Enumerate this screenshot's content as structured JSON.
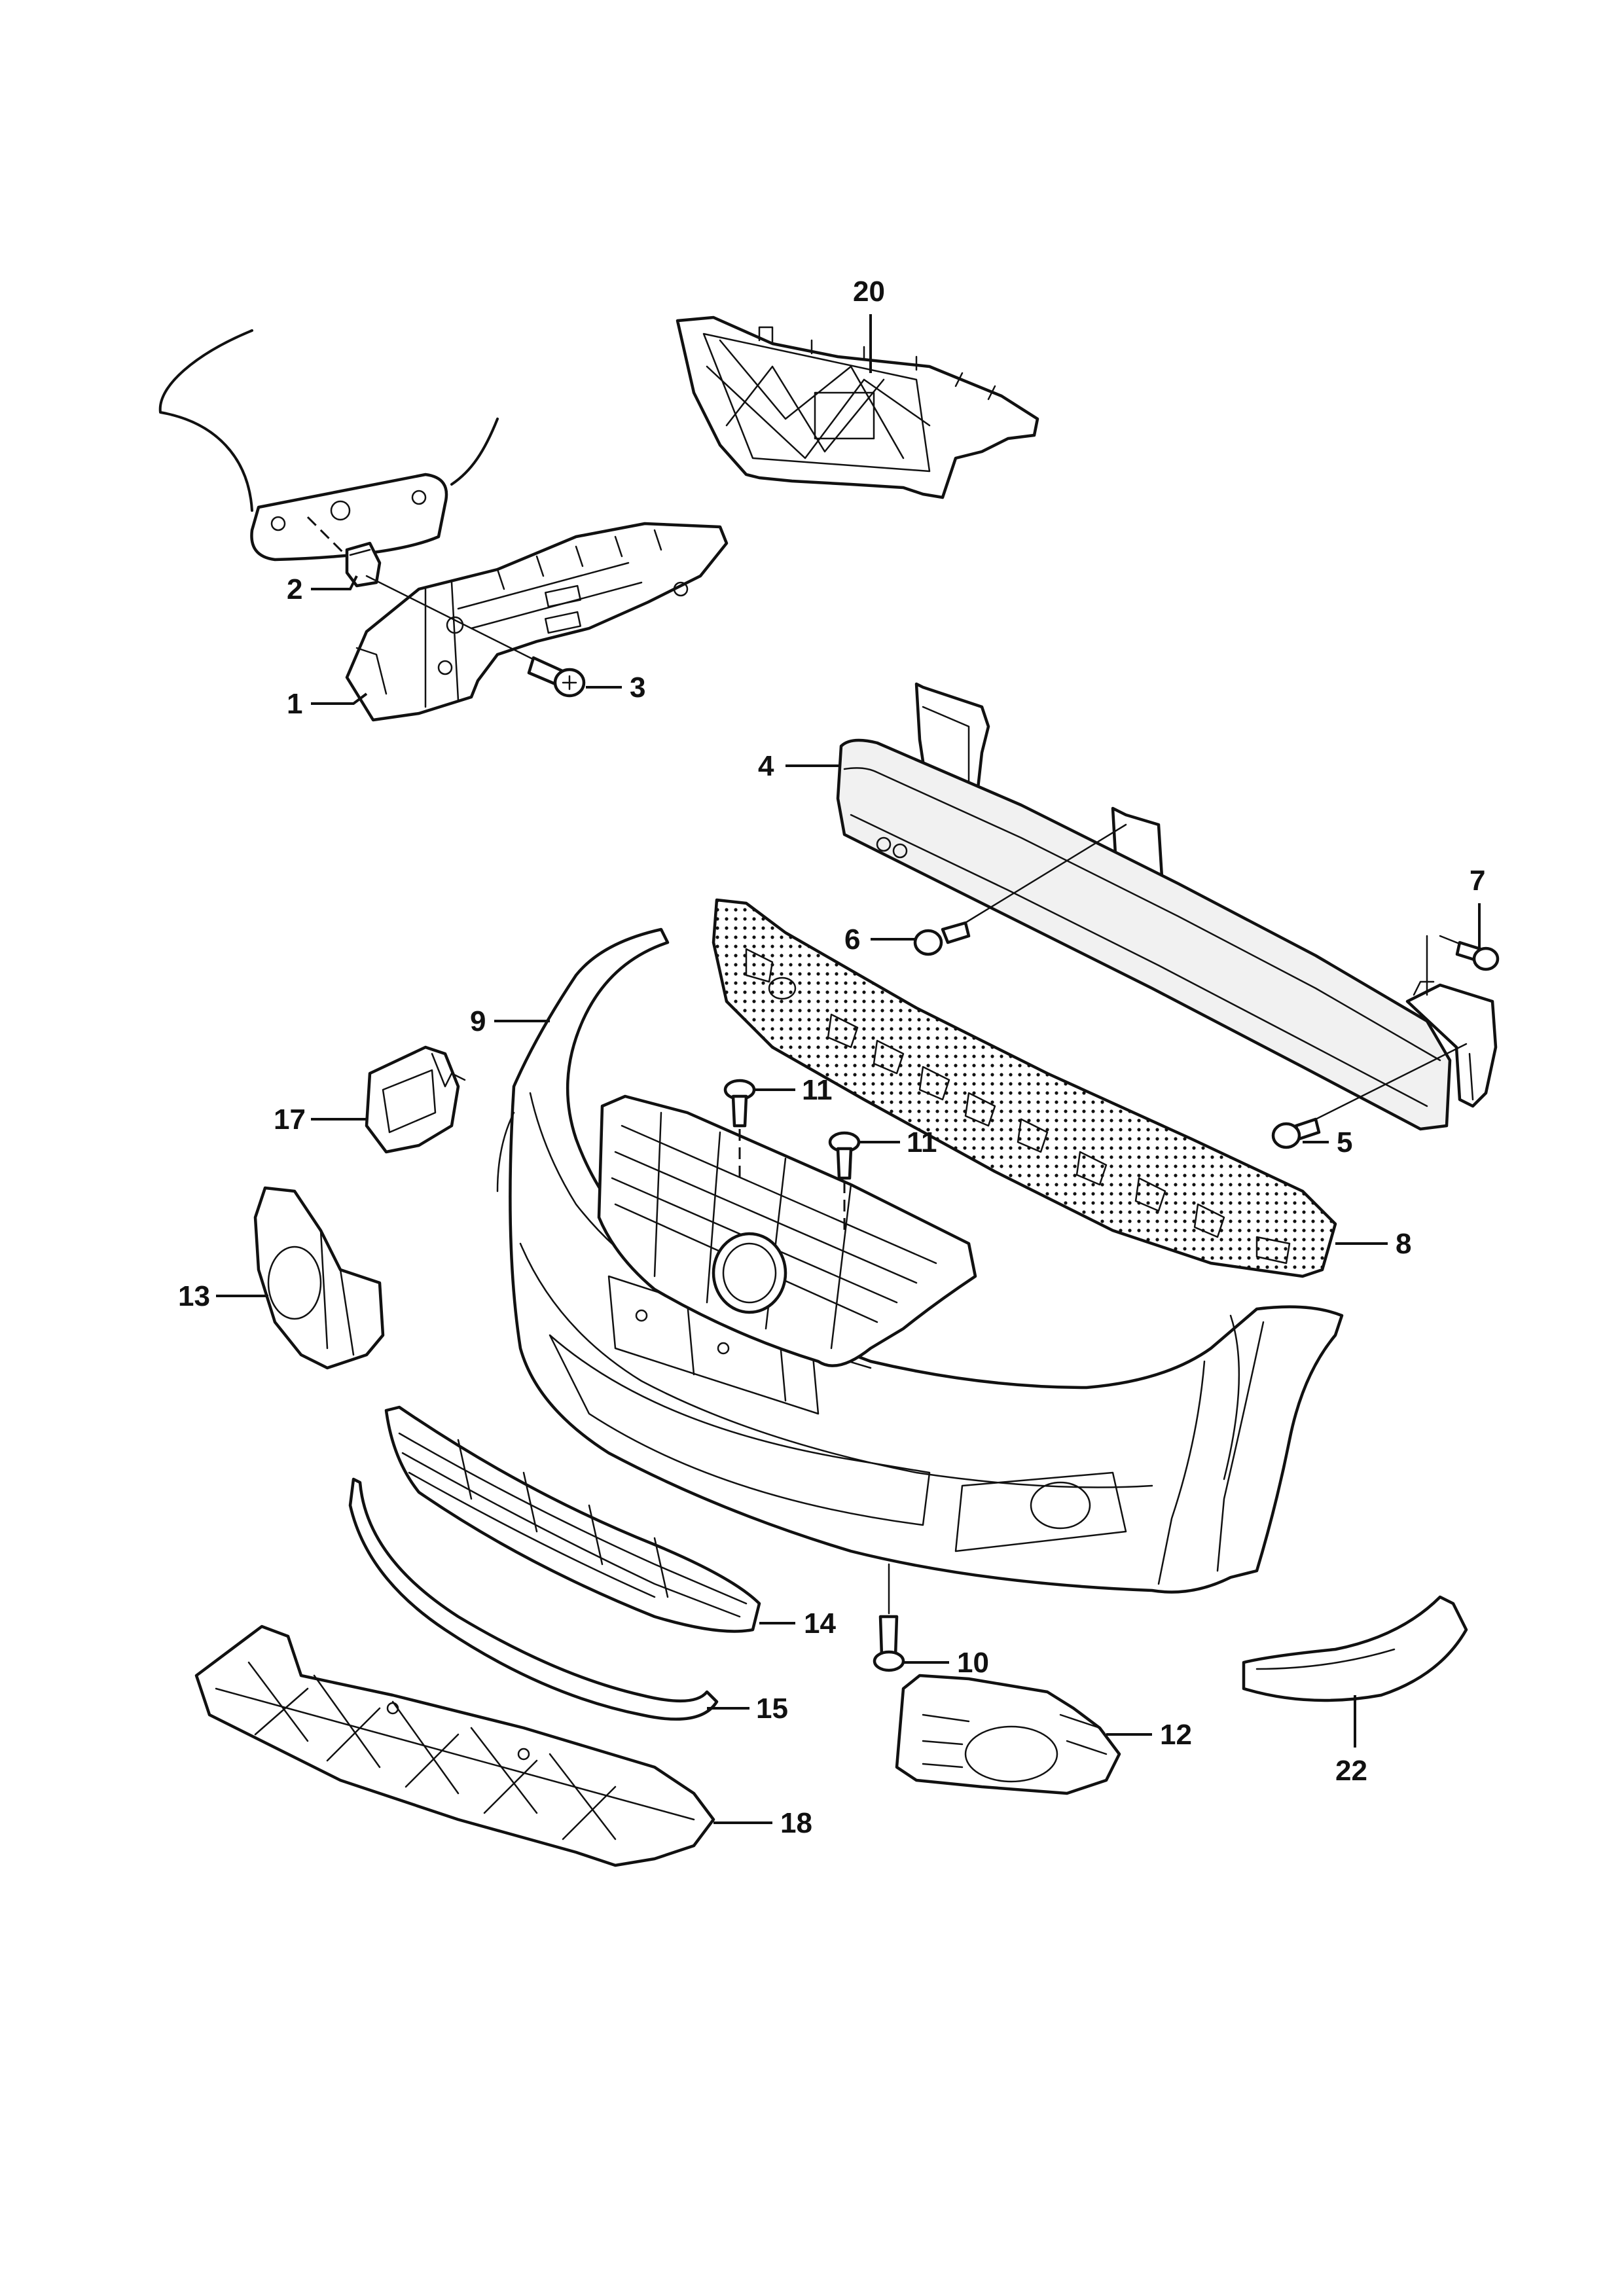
{
  "diagram": {
    "type": "exploded-parts-diagram",
    "callouts": [
      {
        "id": "c1",
        "label": "1"
      },
      {
        "id": "c2",
        "label": "2"
      },
      {
        "id": "c3",
        "label": "3"
      },
      {
        "id": "c4",
        "label": "4"
      },
      {
        "id": "c5",
        "label": "5"
      },
      {
        "id": "c6",
        "label": "6"
      },
      {
        "id": "c7",
        "label": "7"
      },
      {
        "id": "c8",
        "label": "8"
      },
      {
        "id": "c9",
        "label": "9"
      },
      {
        "id": "c10",
        "label": "10"
      },
      {
        "id": "c11a",
        "label": "11"
      },
      {
        "id": "c11b",
        "label": "11"
      },
      {
        "id": "c12",
        "label": "12"
      },
      {
        "id": "c13",
        "label": "13"
      },
      {
        "id": "c14",
        "label": "14"
      },
      {
        "id": "c15",
        "label": "15"
      },
      {
        "id": "c17",
        "label": "17"
      },
      {
        "id": "c18",
        "label": "18"
      },
      {
        "id": "c20",
        "label": "20"
      },
      {
        "id": "c22",
        "label": "22"
      }
    ]
  }
}
